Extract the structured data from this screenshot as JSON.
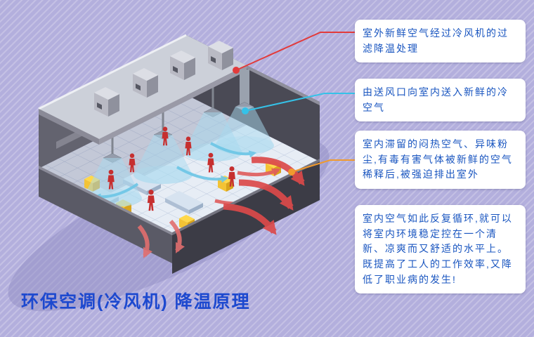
{
  "title": {
    "text": "环保空调(冷风机) 降温原理",
    "color": "#1d49cf"
  },
  "callouts": [
    {
      "text": "室外新鲜空气经过冷风机的过滤降温处理",
      "connector_color": "#e23b3b"
    },
    {
      "text": "由送风口向室内送入新鲜的冷空气",
      "connector_color": "#35c2e8"
    },
    {
      "text": "室内滞留的闷热空气、异味粉尘,有毒有害气体被新鲜的空气稀释后,被强迫排出室外",
      "connector_color": "#f09a2e"
    },
    {
      "text": "室内空气如此反复循环,就可以将室内环境稳定控在一个清新、凉爽而又舒适的水平上。既提高了工人的工作效率,又降低了职业病的发生!",
      "connector_color": null
    }
  ],
  "styles": {
    "callout_bg": "#ffffff",
    "callout_text_color": "#1a56c0",
    "background_base": "#b3afdd",
    "background_stripe": "#c6c3ea"
  },
  "illustration": {
    "floor_color": "#e7edf5",
    "roof_color": "#ccd0d9",
    "wall_dark": "#4a4a55",
    "worker_color": "#c62f2f",
    "machine_color": "#ffd84a",
    "cool_air_color": "#a8daf0",
    "exhaust_air_color": "#dc4a4a"
  }
}
